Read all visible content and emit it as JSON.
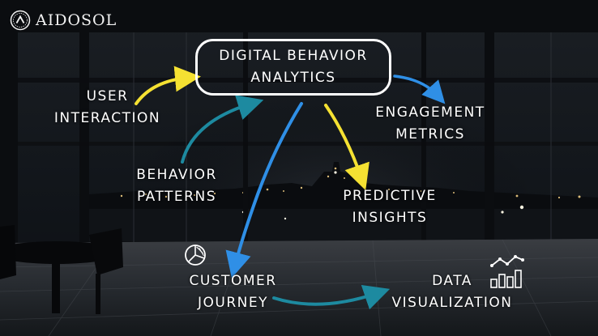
{
  "brand": {
    "name": "AIDOSOL"
  },
  "center": {
    "line1": "DIGITAL BEHAVIOR",
    "line2": "ANALYTICS"
  },
  "nodes": {
    "user_interaction": {
      "line1": "USER",
      "line2": "INTERACTION"
    },
    "engagement_metrics": {
      "line1": "ENGAGEMENT",
      "line2": "METRICS"
    },
    "behavior_patterns": {
      "line1": "BEHAVIOR",
      "line2": "PATTERNS"
    },
    "predictive_insights": {
      "line1": "PREDICTIVE",
      "line2": "INSIGHTS"
    },
    "customer_journey": {
      "line1": "CUSTOMER",
      "line2": "JOURNEY"
    },
    "data_visualization": {
      "line1": "DATA",
      "line2": "VISUALIZATION"
    }
  },
  "colors": {
    "yellow": "#f5e132",
    "blue": "#2f8fe6",
    "teal": "#1d8aa0",
    "white": "#ffffff"
  },
  "icons": [
    "aidosol-logo-icon",
    "pie-chart-icon",
    "bar-line-chart-icon"
  ]
}
